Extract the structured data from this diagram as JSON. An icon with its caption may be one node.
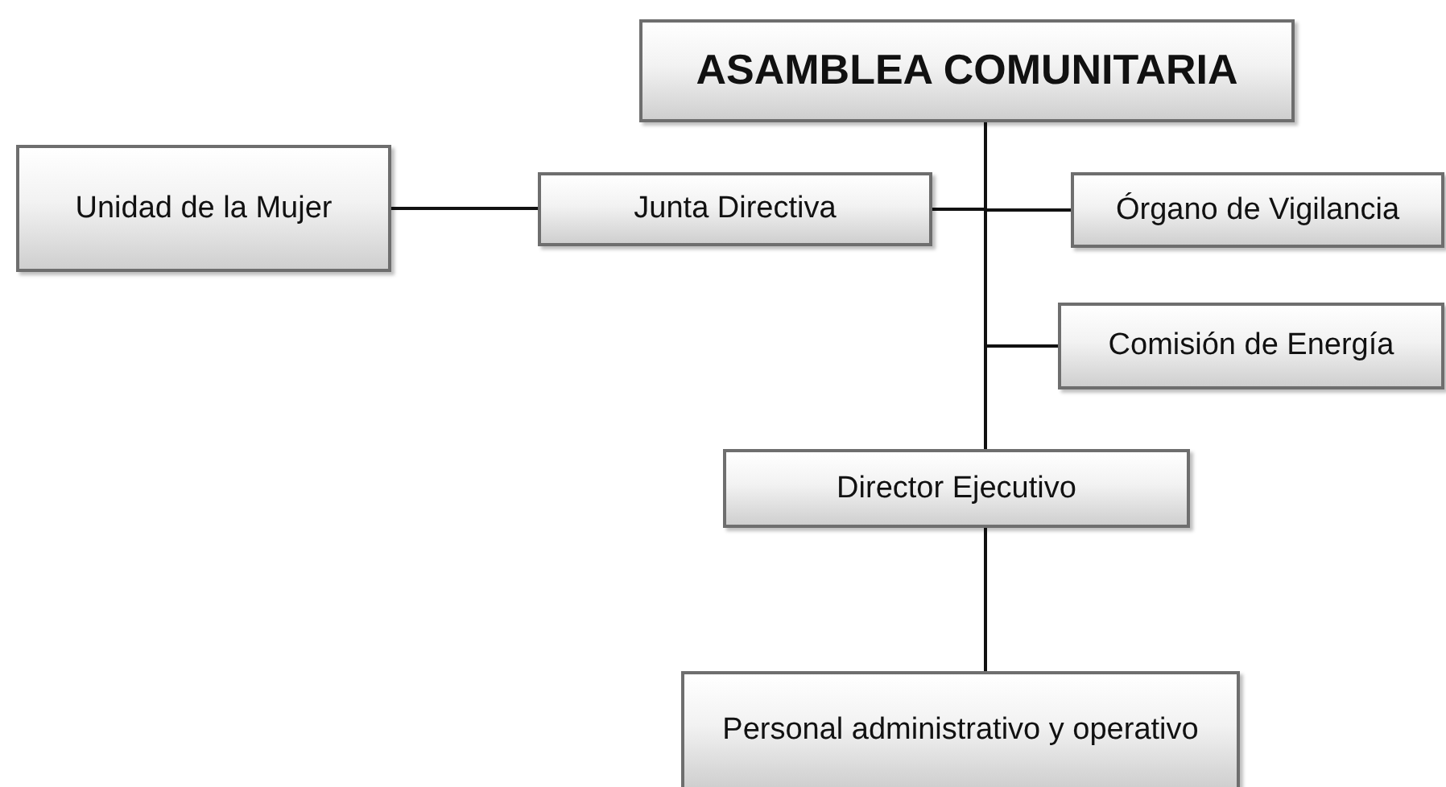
{
  "diagram": {
    "nodes": [
      {
        "text": [
          "ASAMBLEA COMUNITARIA"
        ]
      },
      {
        "text": [
          "Unidad de la Mujer"
        ]
      },
      {
        "text": [
          "Junta Directiva"
        ]
      },
      {
        "text": [
          "Órgano de Vigilancia"
        ]
      },
      {
        "text": [
          "Comisión de Energía"
        ]
      },
      {
        "text": [
          "Director Ejecutivo"
        ]
      },
      {
        "text": [
          "Personal administrativo y operativo"
        ]
      }
    ],
    "edges": [
      {
        "from": 0,
        "to": 2,
        "arrow": "none"
      },
      {
        "from": 0,
        "to": 3,
        "arrow": "none"
      },
      {
        "from": 0,
        "to": 4,
        "arrow": "none"
      },
      {
        "from": 0,
        "to": 5,
        "arrow": "none"
      },
      {
        "from": 2,
        "to": 1,
        "arrow": "none"
      },
      {
        "from": 5,
        "to": 6,
        "arrow": "none"
      }
    ]
  }
}
